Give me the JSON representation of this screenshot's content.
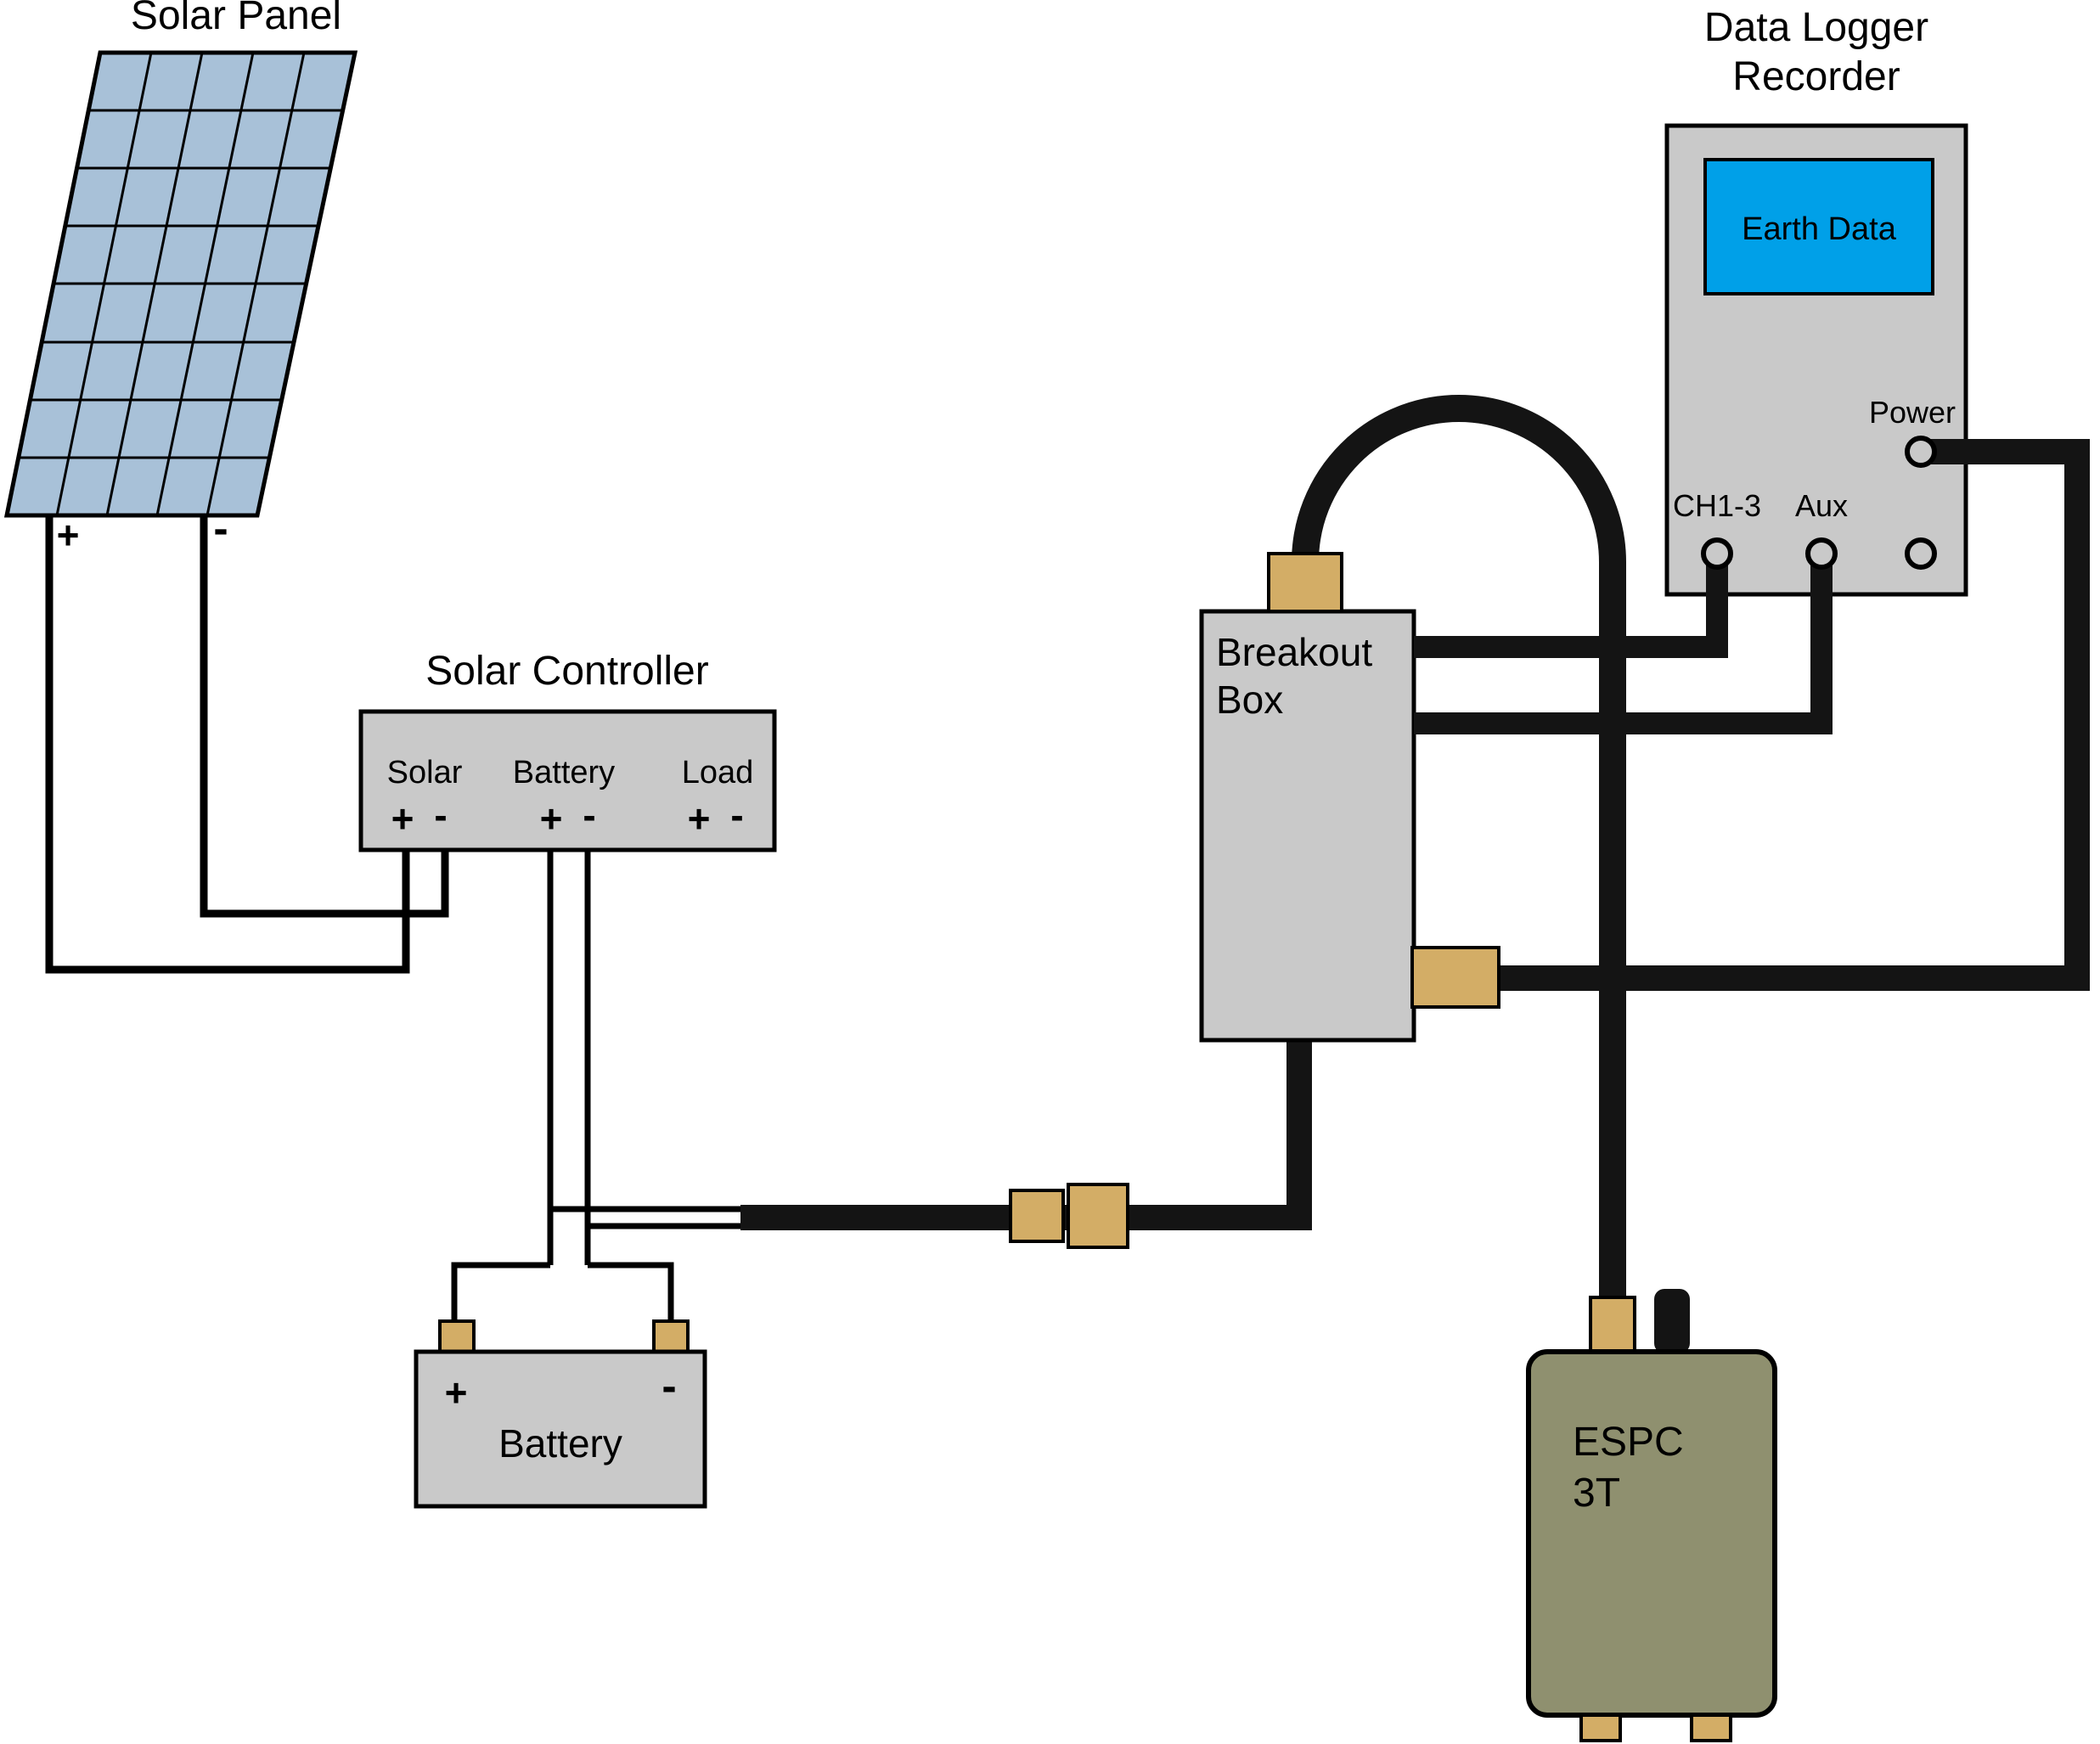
{
  "colors": {
    "panel": "#a8c1d8",
    "box": "#c9c9c9",
    "screen": "#00a0e8",
    "connector": "#d3ad66",
    "espc": "#8f906f",
    "cable": "#141414",
    "wire": "#000000",
    "text": "#000000",
    "background": "#ffffff"
  },
  "solar_panel": {
    "title": "Solar Panel",
    "plus": "+",
    "minus": "-"
  },
  "solar_controller": {
    "title": "Solar Controller",
    "terminals": [
      {
        "name": "Solar",
        "plus": "+",
        "minus": "-"
      },
      {
        "name": "Battery",
        "plus": "+",
        "minus": "-"
      },
      {
        "name": "Load",
        "plus": "+",
        "minus": "-"
      }
    ]
  },
  "battery": {
    "title": "Battery",
    "plus": "+",
    "minus": "-"
  },
  "breakout_box": {
    "title_line1": "Breakout",
    "title_line2": "Box"
  },
  "data_logger": {
    "title_line1": "Data Logger",
    "title_line2": "Recorder",
    "screen_text": "Earth Data",
    "power_label": "Power",
    "ch_label": "CH1-3",
    "aux_label": "Aux"
  },
  "espc": {
    "title_line1": "ESPC",
    "title_line2": "3T"
  }
}
